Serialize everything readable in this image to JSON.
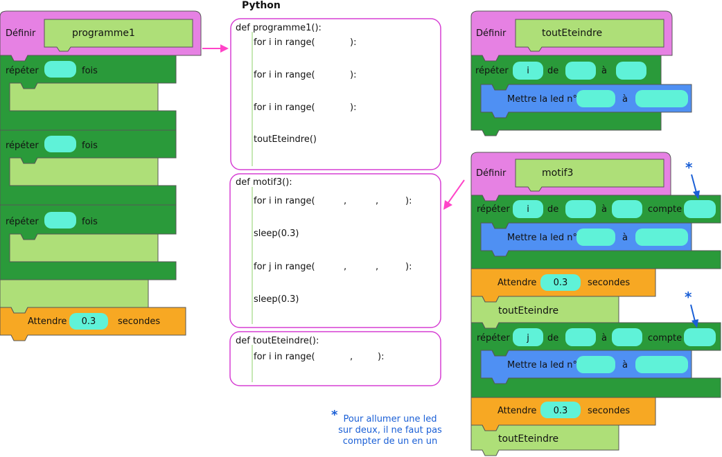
{
  "title": "Python",
  "programme1": {
    "define_label": "Définir",
    "name": "programme1",
    "repeat_label": "répéter",
    "times_label": "fois",
    "wait_label": "Attendre",
    "wait_value": "0.3",
    "seconds_label": "secondes"
  },
  "tout_eteindre_block": {
    "define_label": "Définir",
    "name": "toutEteindre",
    "repeat_label": "répéter",
    "var": "i",
    "from_label": "de",
    "to_label": "à",
    "led_label": "Mettre la led n°",
    "led_to_label": "à"
  },
  "motif3_block": {
    "define_label": "Définir",
    "name": "motif3",
    "repeat_label": "répéter",
    "from_label": "de",
    "to_label": "à",
    "step_label": "compte",
    "loop1_var": "i",
    "loop2_var": "j",
    "led_label": "Mettre la led n°",
    "led_to_label": "à",
    "wait_label": "Attendre",
    "wait_value": "0.3",
    "seconds_label": "secondes",
    "call_label": "toutEteindre"
  },
  "code": {
    "programme1": {
      "def": "def programme1():",
      "lines": [
        "for i in range(",
        "):",
        "for i in range(",
        "):",
        "for i in range(",
        "):",
        "toutEteindre()"
      ]
    },
    "motif3": {
      "def": "def motif3():",
      "loop1": "for i in range(",
      "sleep1": "sleep(0.3)",
      "loop2": "for j in range(",
      "sleep2": "sleep(0.3)",
      "comma": ",",
      "close": "):"
    },
    "tout_eteindre": {
      "def": "def toutEteindre():",
      "loop": "for i in range(",
      "comma": ",",
      "close": "):"
    }
  },
  "note": {
    "star": "*",
    "lines": [
      "Pour allumer une led",
      "sur deux, il ne faut pas",
      "compter de un en un"
    ]
  },
  "colors": {
    "define": "#e681e3",
    "name_slot": "#aedf78",
    "loop": "#2a9a3a",
    "slot": "#5ff2d8",
    "led": "#4f90f3",
    "wait": "#f7a823",
    "call": "#aedf78",
    "frame": "#d63fd3",
    "arrow": "#ff44c8",
    "note": "#1a5fd6"
  }
}
